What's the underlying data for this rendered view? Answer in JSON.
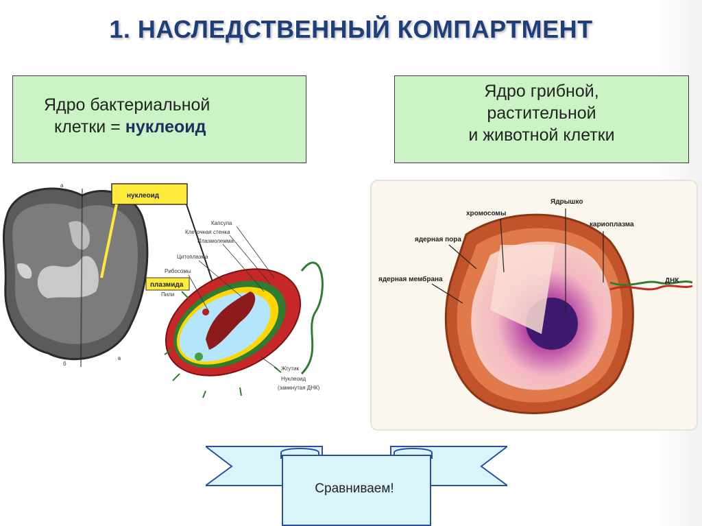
{
  "title": "1. НАСЛЕДСТВЕННЫЙ КОМПАРТМЕНТ",
  "left_box": {
    "line1": "Ядро бактериальной",
    "line2_prefix": "клетки = ",
    "line2_bold": "нуклеоид"
  },
  "right_box": {
    "line1": "Ядро грибной,",
    "line2": "растительной",
    "line3": "и животной клетки"
  },
  "bacteria_labels": {
    "nucleoid_tag": "нуклеоид",
    "plasmid_tag": "плазмида",
    "capsule": "Капсула",
    "cell_wall": "Клеточная стенка",
    "plasma_membrane": "Плазмолемма",
    "cytoplasm": "Цитоплазма",
    "ribosomes": "Рибосомы",
    "pili": "Пили",
    "flagellum": "Жгутик",
    "nucleoid_dna": "Нуклеоид",
    "nucleoid_dna2": "(замкнутая ДНК)",
    "micro_a": "а",
    "micro_b": "б",
    "micro_c": "в"
  },
  "nucleus_labels": {
    "nucleolus": "Ядрышко",
    "chromosomes": "хромосомы",
    "karyoplasm": "кариоплазма",
    "nuclear_pore": "ядерная пора",
    "nuclear_membrane": "ядерная мембрана",
    "dna": "ДНК"
  },
  "banner": {
    "text": "Сравниваем!"
  },
  "colors": {
    "title": "#1f3f7a",
    "box_fill": "#ccf3c6",
    "banner_fill": "#d9f5fb",
    "banner_stroke": "#2b4f9e"
  }
}
